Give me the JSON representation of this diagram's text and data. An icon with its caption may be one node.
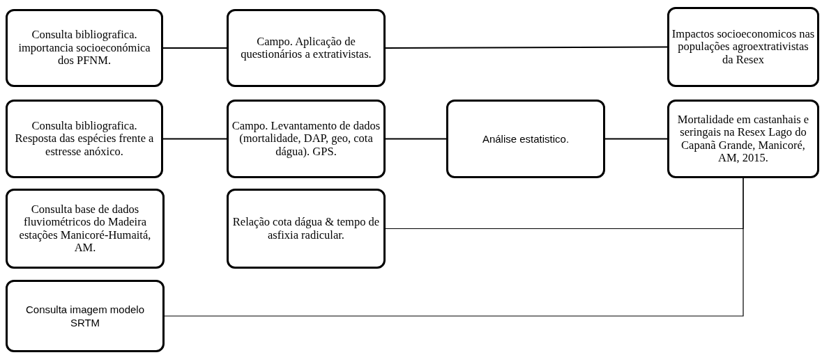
{
  "diagram": {
    "nodes": [
      {
        "text": [
          "Consulta bibliografica. importancia socioeconómica dos PFNM."
        ]
      },
      {
        "text": [
          "Campo. Aplicação de questionários a extrativistas."
        ]
      },
      {
        "text": [
          "Impactos socioeconomicos nas populações agroextrativistas da Resex"
        ]
      },
      {
        "text": [
          "Consulta bibliografica. Resposta das espécies frente a estresse anóxico."
        ]
      },
      {
        "text": [
          "Campo. Levantamento de dados (mortalidade, DAP, geo, cota dágua). GPS."
        ]
      },
      {
        "text": [
          "Análise estatistico."
        ]
      },
      {
        "text": [
          "Mortalidade em castanhais e seringais na Resex Lago do Capanã Grande, Manicoré, AM, 2015."
        ]
      },
      {
        "text": [
          "Consulta base de dados fluviométricos do Madeira estações Manicoré-Humaitá, AM."
        ]
      },
      {
        "text": [
          "Relação cota dágua & tempo de asfixia radicular."
        ]
      },
      {
        "text": [
          "Consulta imagem modelo SRTM"
        ]
      }
    ],
    "edges": [
      {
        "from": 0,
        "to": 1,
        "arrow": "none"
      },
      {
        "from": 1,
        "to": 2,
        "arrow": "none"
      },
      {
        "from": 3,
        "to": 4,
        "arrow": "none"
      },
      {
        "from": 4,
        "to": 5,
        "arrow": "none"
      },
      {
        "from": 5,
        "to": 6,
        "arrow": "none"
      },
      {
        "from": 8,
        "to": 6,
        "arrow": "none"
      },
      {
        "from": 9,
        "to": 6,
        "arrow": "none"
      }
    ]
  }
}
